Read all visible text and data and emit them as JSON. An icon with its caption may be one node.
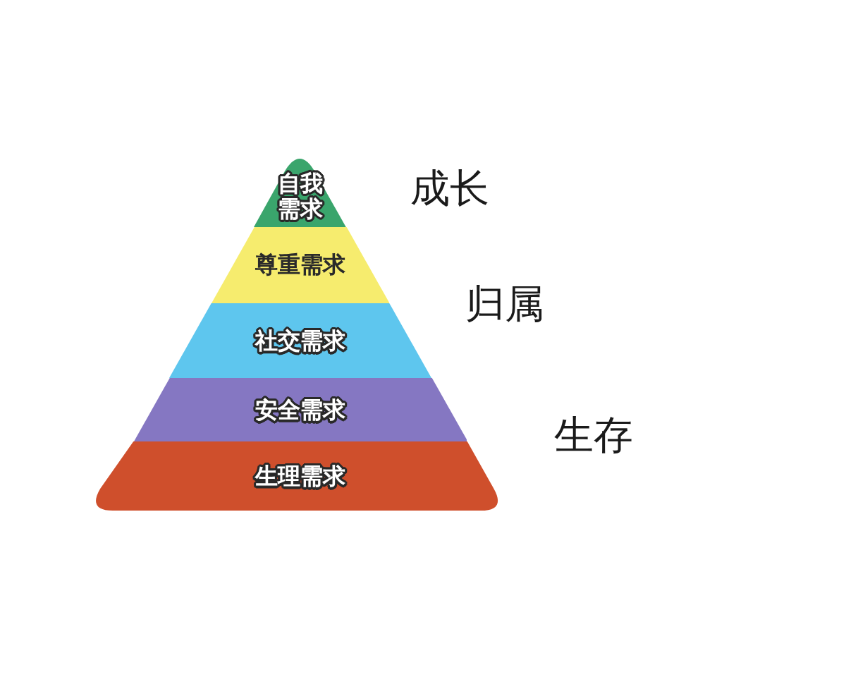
{
  "diagram": {
    "nodes": [
      {
        "text": [
          "自我需求"
        ]
      },
      {
        "text": [
          "尊重需求"
        ]
      },
      {
        "text": [
          "社交需求"
        ]
      },
      {
        "text": [
          "安全需求"
        ]
      },
      {
        "text": [
          "生理需求"
        ]
      }
    ],
    "edges": [],
    "labels": [
      "成长",
      "归属",
      "生存"
    ]
  }
}
